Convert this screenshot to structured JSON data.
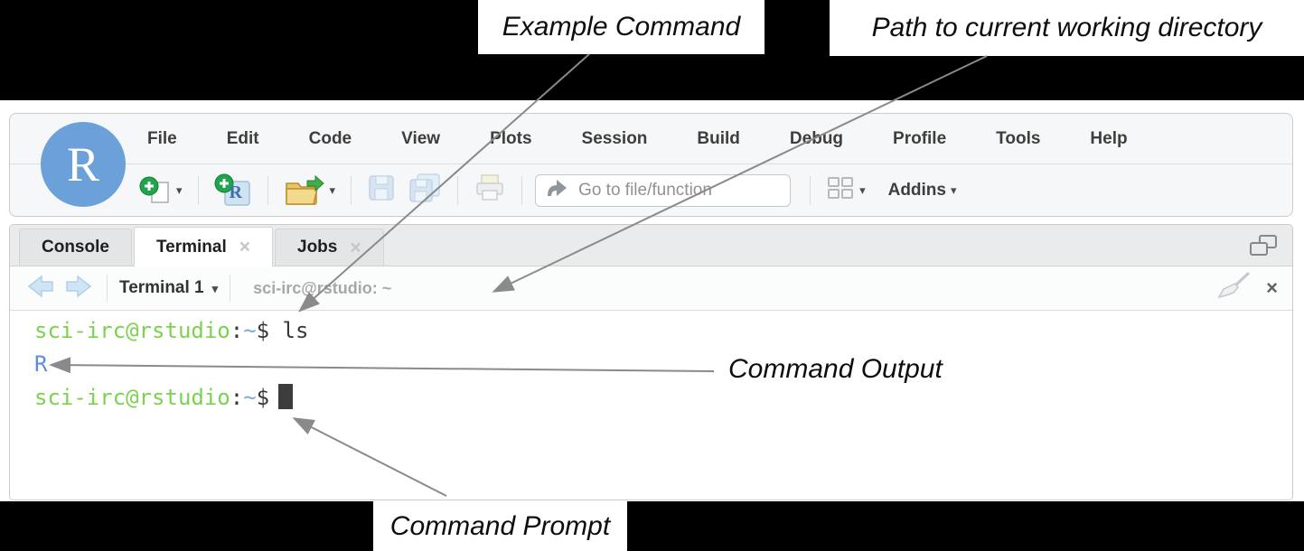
{
  "annotations": {
    "example_command": "Example Command",
    "path_cwd": "Path to current working directory",
    "command_output": "Command Output",
    "command_prompt": "Command Prompt"
  },
  "logo": {
    "letter": "R"
  },
  "menu": {
    "items": [
      "File",
      "Edit",
      "Code",
      "View",
      "Plots",
      "Session",
      "Build",
      "Debug",
      "Profile",
      "Tools",
      "Help"
    ]
  },
  "toolbar": {
    "goto_placeholder": "Go to file/function",
    "addins_label": "Addins"
  },
  "icons": {
    "caret": "▾",
    "close": "×",
    "r_cube": "R"
  },
  "tabs": {
    "console": "Console",
    "terminal": "Terminal",
    "jobs": "Jobs"
  },
  "terminal_bar": {
    "selector_label": "Terminal 1",
    "cwd": "sci-irc@rstudio: ~"
  },
  "terminal": {
    "prompt_user": "sci-irc@rstudio",
    "colon": ":",
    "tilde": "~",
    "dollar": "$",
    "command": " ls",
    "output": "R"
  },
  "colors": {
    "terminal_user_green": "#7cd24f",
    "terminal_path_blue": "#79aadd",
    "terminal_output_blue": "#5c8fd8",
    "logo_blue": "#6ca0d8",
    "arrow_gray": "#8a8a8a"
  }
}
